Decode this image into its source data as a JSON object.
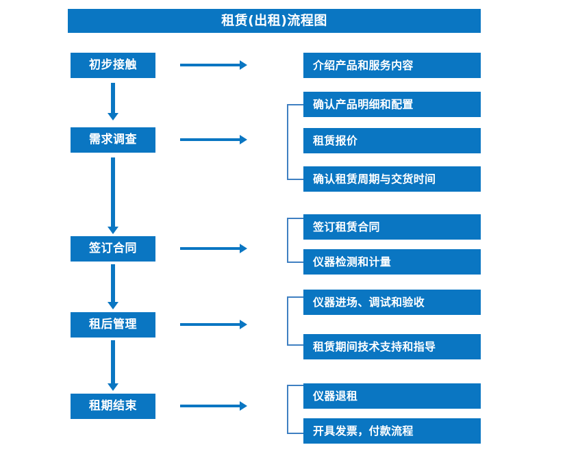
{
  "header": {
    "title": "租赁(出租)流程图"
  },
  "colors": {
    "brand_blue": "#0a76c2",
    "bracket_blue": "#3e7fc1",
    "box_text": "#ffffff",
    "background": "#ffffff"
  },
  "flow": {
    "stages": [
      {
        "label": "初步接触"
      },
      {
        "label": "需求调查"
      },
      {
        "label": "签订合同"
      },
      {
        "label": "租后管理"
      },
      {
        "label": "租期结束"
      }
    ],
    "details": [
      {
        "label": "介绍产品和服务内容"
      },
      {
        "label": "确认产品明细和配置"
      },
      {
        "label": "租赁报价"
      },
      {
        "label": "确认租赁周期与交货时间"
      },
      {
        "label": "签订租赁合同"
      },
      {
        "label": "仪器检测和计量"
      },
      {
        "label": "仪器进场、调试和验收"
      },
      {
        "label": "租赁期间技术支持和指导"
      },
      {
        "label": "仪器退租"
      },
      {
        "label": "开具发票，付款流程"
      }
    ],
    "connectors": {
      "horizontal_arrow_count": 5,
      "vertical_arrow_count": 4,
      "group_bracket_count": 4
    }
  }
}
